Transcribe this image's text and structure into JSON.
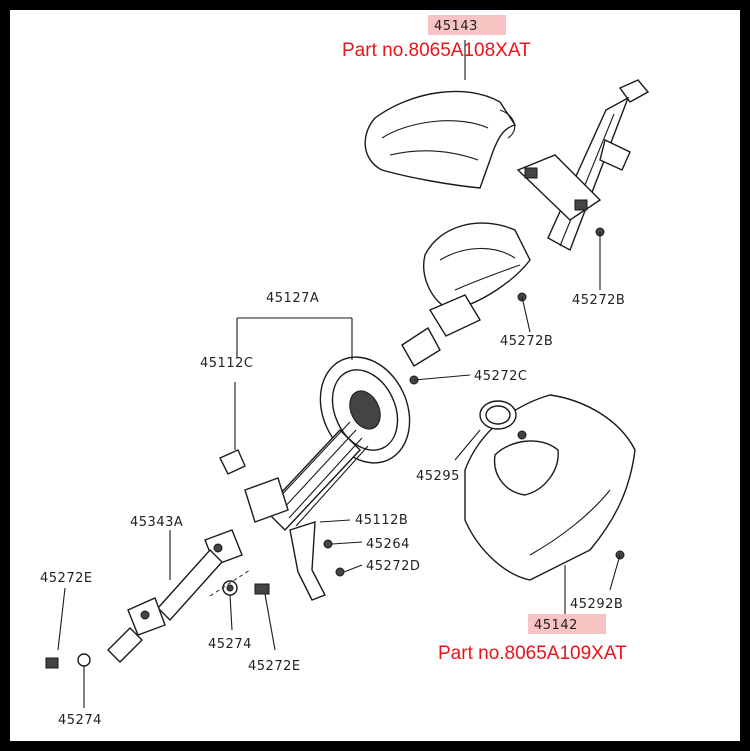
{
  "labels": {
    "l45143": "45143",
    "l45142": "45142",
    "l45127A": "45127A",
    "l45112C": "45112C",
    "l45272B_1": "45272B",
    "l45272B_2": "45272B",
    "l45272C": "45272C",
    "l45295": "45295",
    "l45343A": "45343A",
    "l45112B": "45112B",
    "l45264": "45264",
    "l45272D": "45272D",
    "l45272E_1": "45272E",
    "l45272E_2": "45272E",
    "l45274_1": "45274",
    "l45274_2": "45274",
    "l45292B": "45292B"
  },
  "part_numbers": {
    "upper": "Part no.8065A108XAT",
    "lower": "Part no.8065A109XAT"
  },
  "colors": {
    "highlight": "#f7c3c3",
    "part_number_text": "#e8141b",
    "frame": "#000000"
  }
}
